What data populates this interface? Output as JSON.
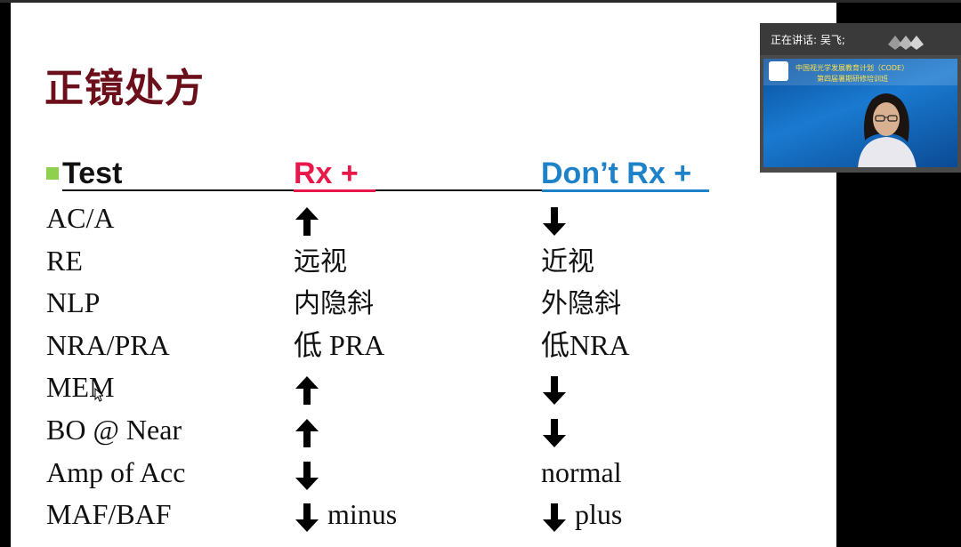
{
  "slide": {
    "title": "正镜处方",
    "headers": {
      "test": "Test",
      "rx": "Rx +",
      "dont_rx": "Don’t Rx +"
    },
    "rows": [
      {
        "test": "AC/A",
        "rx": {
          "arrow": "up"
        },
        "dont": {
          "arrow": "down"
        }
      },
      {
        "test": "RE",
        "rx": {
          "text": "远视",
          "cjk": true
        },
        "dont": {
          "text": "近视",
          "cjk": true
        }
      },
      {
        "test": "NLP",
        "rx": {
          "text": "内隐斜",
          "cjk": true
        },
        "dont": {
          "text": "外隐斜",
          "cjk": true
        }
      },
      {
        "test": "NRA/PRA",
        "rx": {
          "text": "低 PRA"
        },
        "dont": {
          "text": "低NRA"
        }
      },
      {
        "test": "MEM",
        "rx": {
          "arrow": "up"
        },
        "dont": {
          "arrow": "down"
        }
      },
      {
        "test": "BO @ Near",
        "rx": {
          "arrow": "up"
        },
        "dont": {
          "arrow": "down"
        }
      },
      {
        "test": "Amp of Acc",
        "rx": {
          "arrow": "down"
        },
        "dont": {
          "text": "normal"
        }
      },
      {
        "test": "MAF/BAF",
        "rx": {
          "arrow": "down",
          "text": "minus"
        },
        "dont": {
          "arrow": "down",
          "text": "plus"
        }
      }
    ],
    "colors": {
      "title": "#6b0f1a",
      "rx": "#e8194a",
      "dont_rx": "#1e82c8",
      "bullet": "#8fd14f"
    }
  },
  "video_panel": {
    "speaking_label": "正在讲话: 吴飞;",
    "banner_line1": "中国视光学发展教育计划（CODE）",
    "banner_line2": "第四届暑期研修培训班",
    "participant_name": "吴飞"
  }
}
